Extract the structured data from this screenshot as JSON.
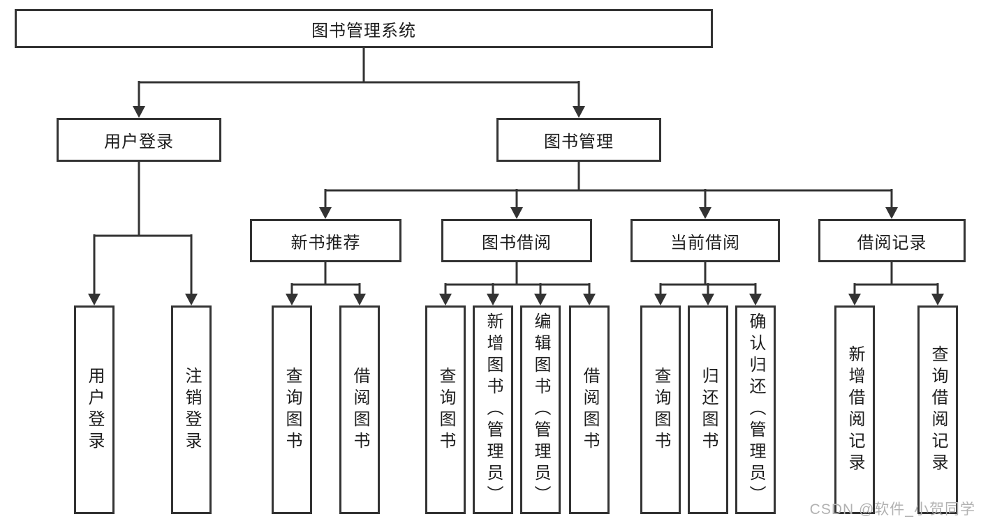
{
  "diagram": {
    "title": "图书管理系统",
    "root": {
      "label": "图书管理系统"
    },
    "branches": [
      {
        "label": "用户登录",
        "children": [
          {
            "label": "用户登录"
          },
          {
            "label": "注销登录"
          }
        ]
      },
      {
        "label": "图书管理",
        "children": [
          {
            "label": "新书推荐",
            "children": [
              {
                "label": "查询图书"
              },
              {
                "label": "借阅图书"
              }
            ]
          },
          {
            "label": "图书借阅",
            "children": [
              {
                "label": "查询图书"
              },
              {
                "label": "新增图书（管理员）"
              },
              {
                "label": "编辑图书（管理员）"
              },
              {
                "label": "借阅图书"
              }
            ]
          },
          {
            "label": "当前借阅",
            "children": [
              {
                "label": "查询图书"
              },
              {
                "label": "归还图书"
              },
              {
                "label": "确认归还（管理员）"
              }
            ]
          },
          {
            "label": "借阅记录",
            "children": [
              {
                "label": "新增借阅记录"
              },
              {
                "label": "查询借阅记录"
              }
            ]
          }
        ]
      }
    ]
  },
  "watermark": {
    "text": "CSDN @软件_小贺同学"
  },
  "colors": {
    "line": "#333333",
    "box_border": "#333333",
    "text": "#1d1d1d",
    "watermark": "#b2b2b2",
    "background": "#ffffff"
  }
}
